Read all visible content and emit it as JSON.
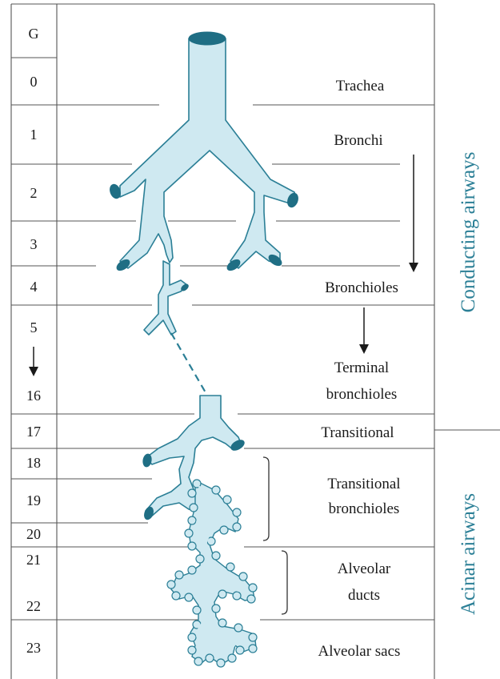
{
  "header": {
    "generation": "G"
  },
  "generations": [
    "0",
    "1",
    "2",
    "3",
    "4",
    "5",
    "16",
    "17",
    "18",
    "19",
    "20",
    "21",
    "22",
    "23"
  ],
  "labels": {
    "trachea": "Trachea",
    "bronchi": "Bronchi",
    "bronchioles": "Bronchioles",
    "terminal_1": "Terminal",
    "terminal_2": "bronchioles",
    "transitional": "Transitional",
    "trans_bronch_1": "Transitional",
    "trans_bronch_2": "bronchioles",
    "alv_ducts_1": "Alveolar",
    "alv_ducts_2": "ducts",
    "alv_sacs": "Alveolar sacs"
  },
  "zones": {
    "conducting": "Conducting airways",
    "acinar": "Acinar airways"
  },
  "colors": {
    "airway_fill": "#cfe9f1",
    "airway_stroke": "#2b7f96",
    "zone_text": "#2b7f96"
  },
  "icons": {
    "down_arrow": "arrow-down-icon"
  }
}
